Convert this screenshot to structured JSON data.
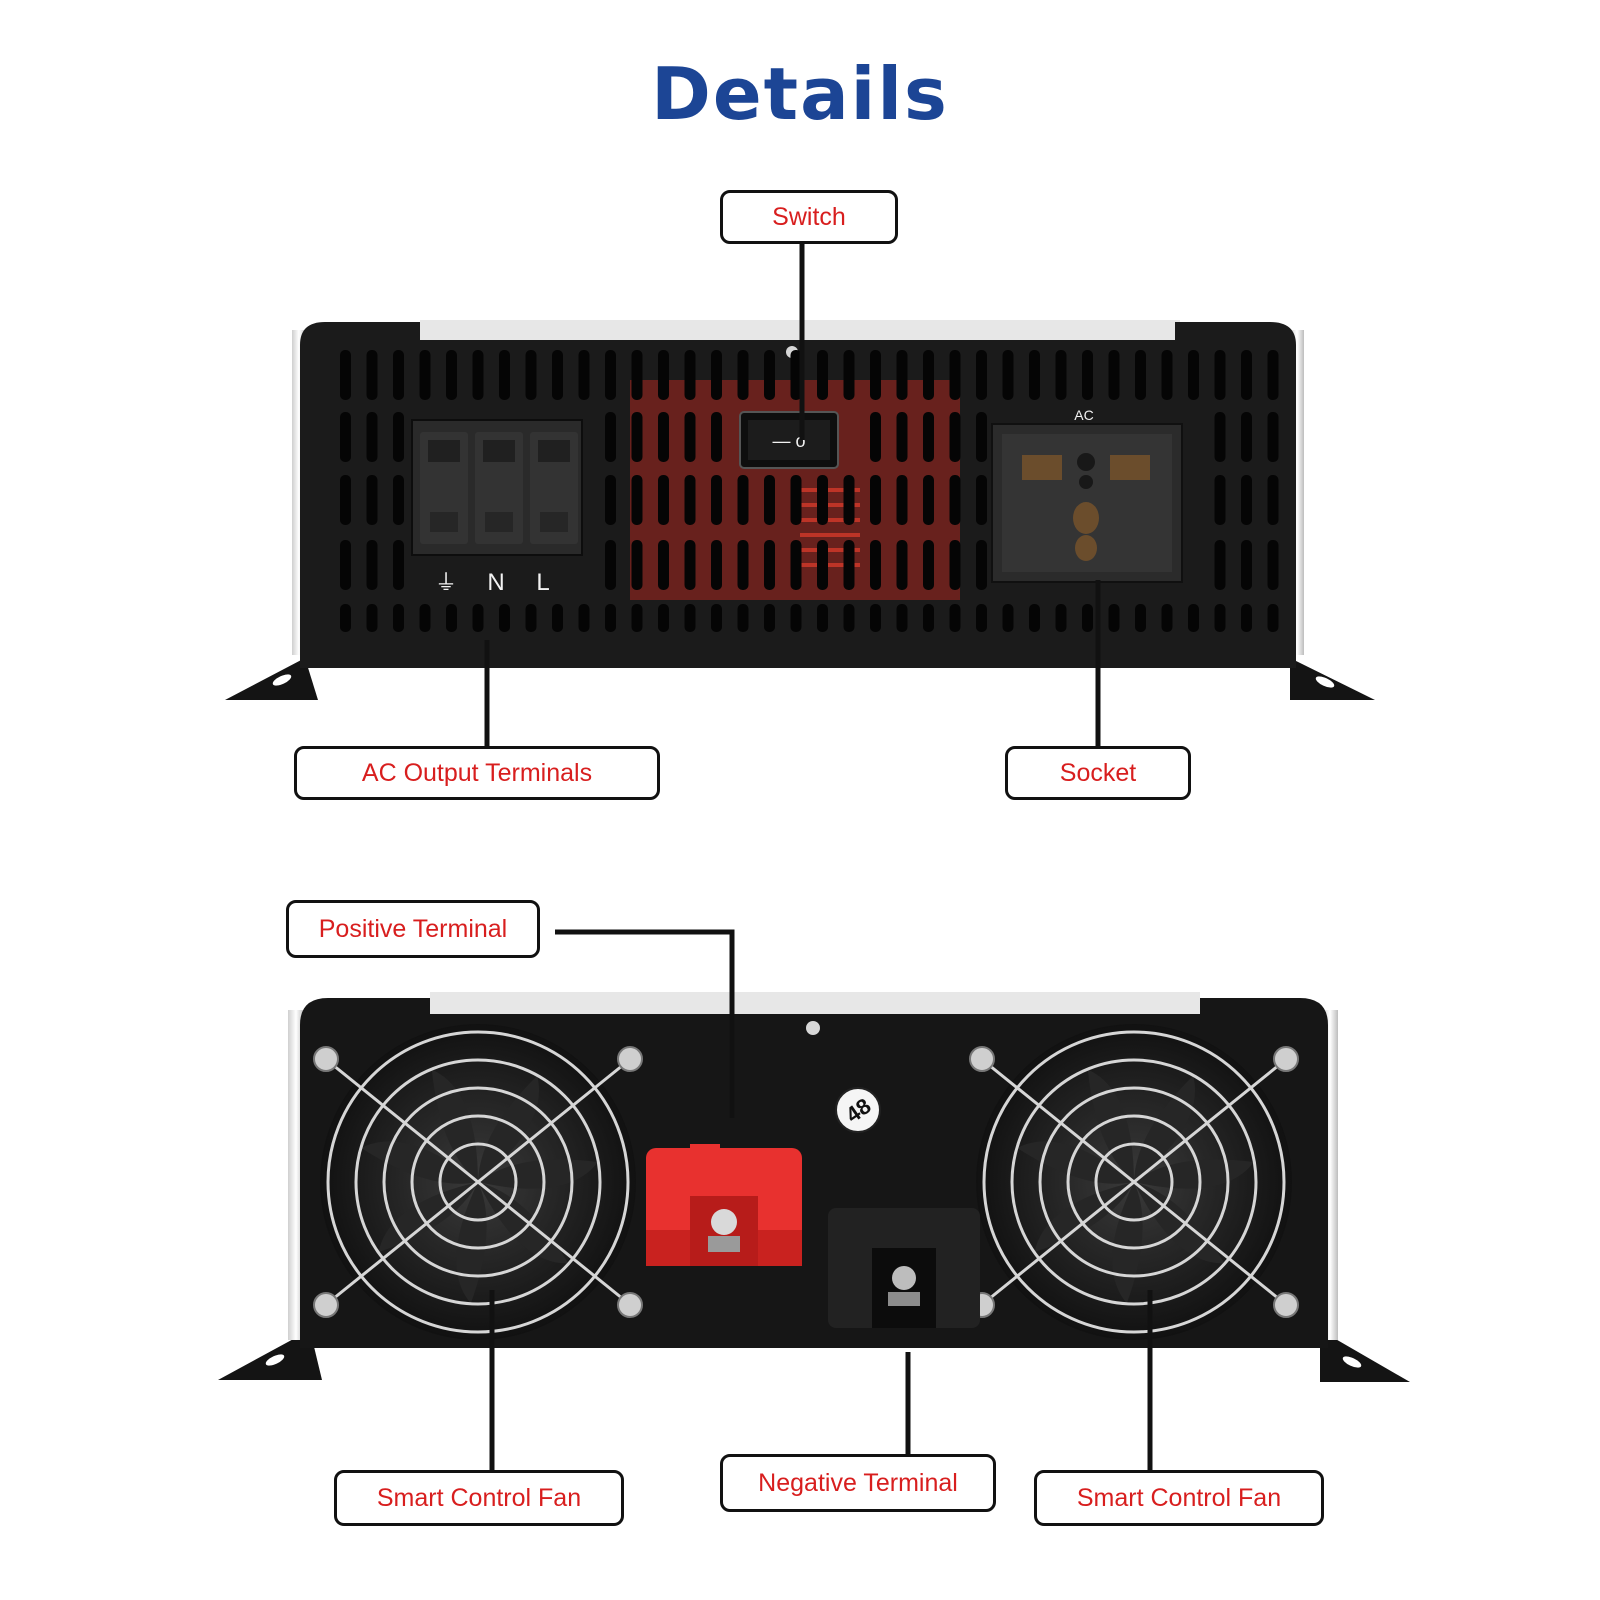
{
  "title": "Details",
  "colors": {
    "title": "#1c4595",
    "label_text": "#d81e1e",
    "body": "#1b1b1b",
    "red_cover": "#e8312f"
  },
  "front_panel": {
    "terminal_markings": [
      "⏚",
      "N",
      "L"
    ],
    "socket_marking": "AC",
    "switch_marking": "— o",
    "callouts": {
      "switch": "Switch",
      "ac_output": "AC Output Terminals",
      "socket": "Socket"
    }
  },
  "rear_panel": {
    "badge": "48",
    "callouts": {
      "positive": "Positive Terminal",
      "fan_left": "Smart Control Fan",
      "negative": "Negative Terminal",
      "fan_right": "Smart Control Fan"
    }
  }
}
